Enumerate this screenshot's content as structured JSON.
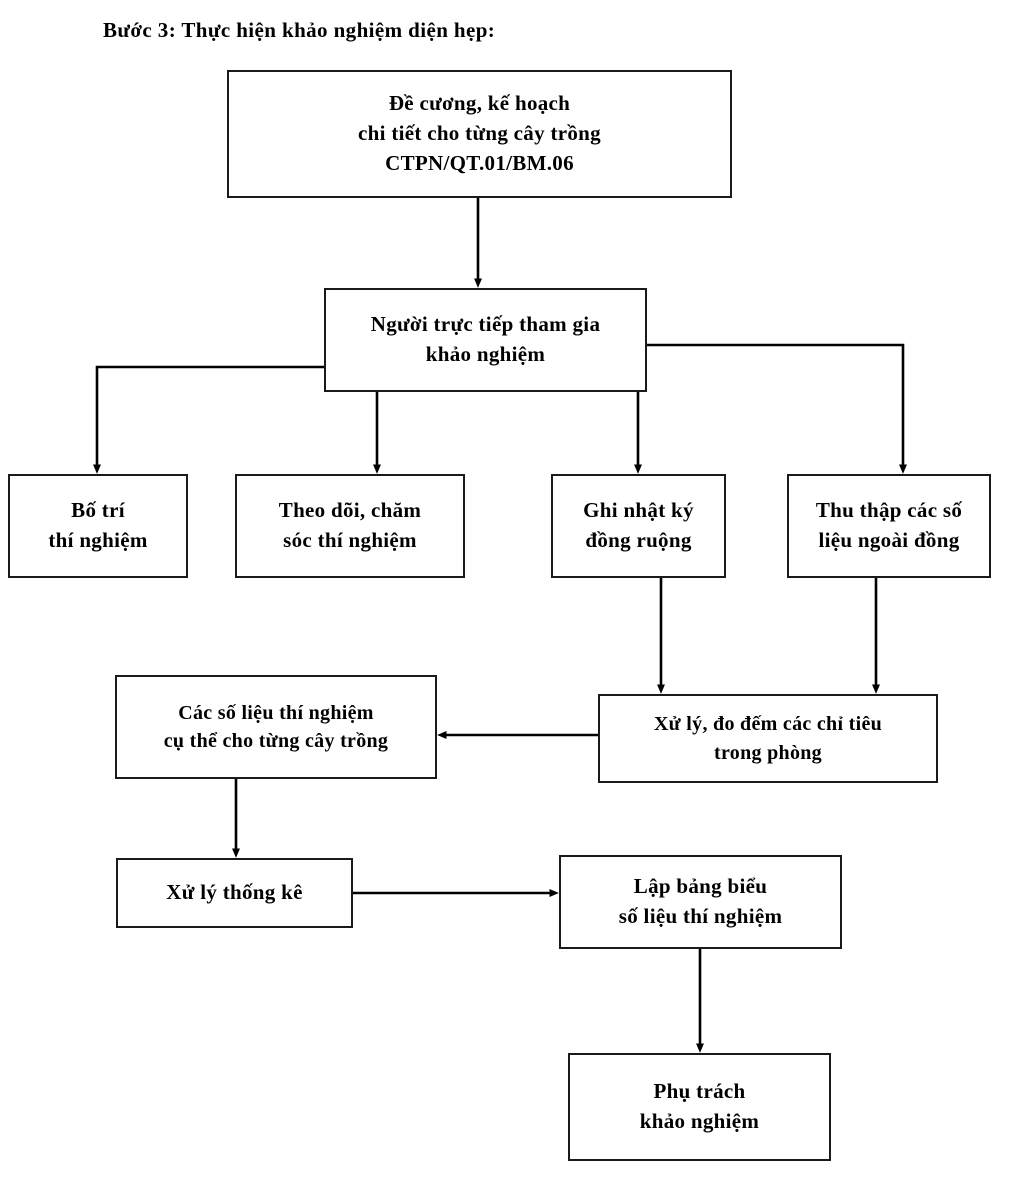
{
  "document": {
    "title": "Bước 3: Thực hiện khảo nghiệm diện hẹp:",
    "language": "vi"
  },
  "colors": {
    "background": "#ffffff",
    "box_border": "#1a1a1a",
    "text": "#000000",
    "connector": "#000000"
  },
  "chart_data": {
    "type": "diagram",
    "title": "Bước 3: Thực hiện khảo nghiệm diện hẹp:",
    "nodes": [
      {
        "id": "decuong",
        "lines": [
          "Đề cương, kế hoạch",
          "chi tiết cho từng cây trồng",
          "CTPN/QT.01/BM.06"
        ]
      },
      {
        "id": "nguoi",
        "lines": [
          "Người trực tiếp tham gia",
          "khảo nghiệm"
        ]
      },
      {
        "id": "botri",
        "lines": [
          "Bố trí",
          "thí nghiệm"
        ]
      },
      {
        "id": "theodoi",
        "lines": [
          "Theo dõi, chăm",
          "sóc thí nghiệm"
        ]
      },
      {
        "id": "ghinhatky",
        "lines": [
          "Ghi nhật ký",
          "đồng ruộng"
        ]
      },
      {
        "id": "thuthap",
        "lines": [
          "Thu thập các số",
          "liệu ngoài đồng"
        ]
      },
      {
        "id": "cacsolieu",
        "lines": [
          "Các số liệu thí nghiệm",
          "cụ thể cho từng cây trồng"
        ]
      },
      {
        "id": "xulydodem",
        "lines": [
          "Xử lý, đo đếm các chỉ tiêu",
          "trong phòng"
        ]
      },
      {
        "id": "xulythongke",
        "lines": [
          "Xử lý thống kê"
        ]
      },
      {
        "id": "lapbangbieu",
        "lines": [
          "Lập bảng biểu",
          "số liệu thí nghiệm"
        ]
      },
      {
        "id": "phutrach",
        "lines": [
          "Phụ trách",
          "khảo nghiệm"
        ]
      }
    ],
    "edges": [
      {
        "from": "decuong",
        "to": "nguoi",
        "style": "straight-down"
      },
      {
        "from": "nguoi",
        "to": "botri",
        "style": "elbow-left-down"
      },
      {
        "from": "nguoi",
        "to": "theodoi",
        "style": "straight-down"
      },
      {
        "from": "nguoi",
        "to": "ghinhatky",
        "style": "straight-down"
      },
      {
        "from": "nguoi",
        "to": "thuthap",
        "style": "elbow-right-down"
      },
      {
        "from": "ghinhatky",
        "to": "xulydodem",
        "style": "straight-down"
      },
      {
        "from": "thuthap",
        "to": "xulydodem",
        "style": "straight-down"
      },
      {
        "from": "xulydodem",
        "to": "cacsolieu",
        "style": "straight-left"
      },
      {
        "from": "cacsolieu",
        "to": "xulythongke",
        "style": "straight-down"
      },
      {
        "from": "xulythongke",
        "to": "lapbangbieu",
        "style": "straight-right"
      },
      {
        "from": "lapbangbieu",
        "to": "phutrach",
        "style": "straight-down"
      }
    ]
  },
  "nodes": {
    "decuong": {
      "l0": "Đề cương, kế hoạch",
      "l1": "chi tiết cho từng cây trồng",
      "l2": "CTPN/QT.01/BM.06"
    },
    "nguoi": {
      "l0": "Người trực tiếp tham gia",
      "l1": "khảo nghiệm"
    },
    "botri": {
      "l0": "Bố trí",
      "l1": "thí nghiệm"
    },
    "theodoi": {
      "l0": "Theo dõi, chăm",
      "l1": "sóc thí nghiệm"
    },
    "ghinhatky": {
      "l0": "Ghi nhật ký",
      "l1": "đồng ruộng"
    },
    "thuthap": {
      "l0": "Thu thập các số",
      "l1": "liệu ngoài đồng"
    },
    "cacsolieu": {
      "l0": "Các số liệu thí nghiệm",
      "l1": "cụ thể cho từng cây trồng"
    },
    "xulydodem": {
      "l0": "Xử lý, đo đếm các chỉ tiêu",
      "l1": "trong phòng"
    },
    "xulythongke": {
      "l0": "Xử lý thống kê"
    },
    "lapbangbieu": {
      "l0": "Lập bảng biểu",
      "l1": "số liệu thí nghiệm"
    },
    "phutrach": {
      "l0": "Phụ trách",
      "l1": "khảo nghiệm"
    }
  }
}
